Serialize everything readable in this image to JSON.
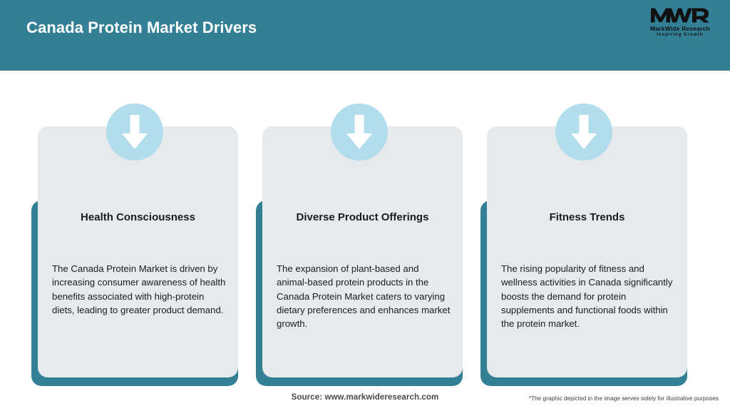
{
  "header": {
    "title": "Canada Protein Market Drivers",
    "background_color": "#327f96",
    "title_color": "#ffffff"
  },
  "logo": {
    "mark": "MWR",
    "name": "MarkWide Research",
    "tagline": "Inspiring Growth"
  },
  "cards": [
    {
      "icon": "down-arrow-icon",
      "title": "Health Consciousness",
      "body": "The Canada Protein Market is driven by increasing consumer awareness of health benefits associated with high-protein diets, leading to greater product demand."
    },
    {
      "icon": "down-arrow-icon",
      "title": "Diverse Product Offerings",
      "body": "The expansion of plant-based and animal-based protein products in the Canada Protein Market caters to varying dietary preferences and enhances market growth."
    },
    {
      "icon": "down-arrow-icon",
      "title": "Fitness Trends",
      "body": "The rising popularity of fitness and wellness activities in Canada significantly boosts the demand for protein supplements and functional foods within the protein market."
    }
  ],
  "footer": {
    "source": "Source: www.markwideresearch.com",
    "disclaimer": "*The graphic depicted in the image serves solely for illustrative purposes"
  },
  "colors": {
    "teal": "#327f96",
    "card_grey": "#e7eaec",
    "badge_blue": "#b2ddec",
    "text_dark": "#1b1b1b"
  }
}
